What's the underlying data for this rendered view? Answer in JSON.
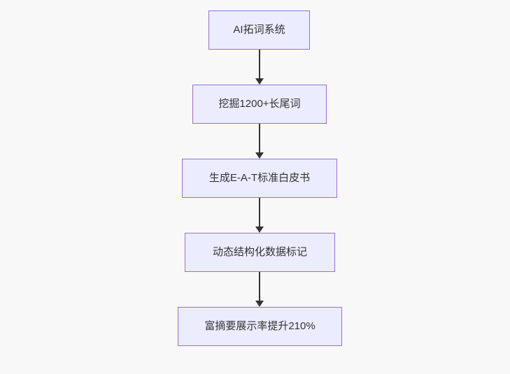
{
  "diagram": {
    "type": "flowchart",
    "direction": "top-down",
    "nodes": [
      {
        "id": "step-1",
        "label": "AI拓词系统"
      },
      {
        "id": "step-2",
        "label": "挖掘1200+长尾词"
      },
      {
        "id": "step-3",
        "label": "生成E-A-T标准白皮书"
      },
      {
        "id": "step-4",
        "label": "动态结构化数据标记"
      },
      {
        "id": "step-5",
        "label": "富摘要展示率提升210%"
      }
    ],
    "edges": [
      {
        "from": "step-1",
        "to": "step-2"
      },
      {
        "from": "step-2",
        "to": "step-3"
      },
      {
        "from": "step-3",
        "to": "step-4"
      },
      {
        "from": "step-4",
        "to": "step-5"
      }
    ],
    "colors": {
      "background": "#f8f8f8",
      "node_fill": "#ECECFF",
      "node_border": "#9370DB",
      "arrow": "#333333",
      "text": "#333333"
    }
  }
}
